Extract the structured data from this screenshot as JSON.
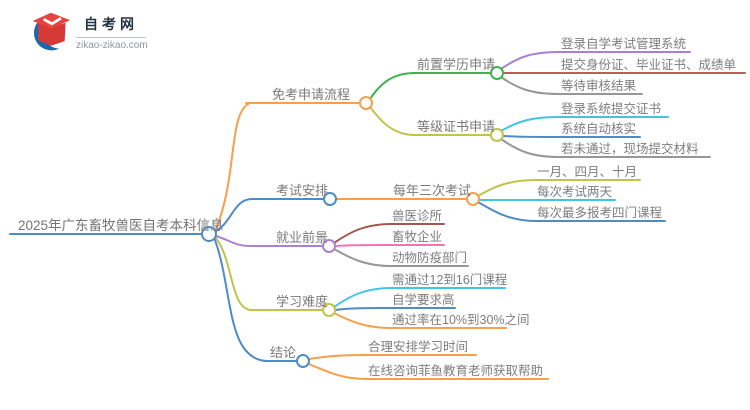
{
  "logo": {
    "title": "自考网",
    "domain": "zikao-zikao.com",
    "icon": "graduation-cap-swoosh-icon",
    "colors": {
      "swoosh": "#1b67ab",
      "cap": "#e8443f"
    }
  },
  "palette": {
    "blue": "#4e8cc8",
    "orange": "#f5a04c",
    "green": "#43b14b",
    "olive": "#c1c34b",
    "cyan": "#43c3e6",
    "purple": "#a981d2",
    "red": "#bb5f58",
    "maroon": "#a3584f",
    "pink": "#f773b3",
    "gray": "#979797",
    "text": "#7d7d7d"
  },
  "mindmap": {
    "root": {
      "label": "2025年广东畜牧兽医自考本科信息",
      "color": "#4e8cc8"
    },
    "branches": [
      {
        "label": "免考申请流程",
        "color": "#f5a04c",
        "children": [
          {
            "label": "前置学历申请",
            "color": "#43b14b",
            "children": [
              {
                "label": "登录自学考试管理系统",
                "color": "#a981d2"
              },
              {
                "label": "提交身份证、毕业证书、成绩单",
                "color": "#bb5f58"
              },
              {
                "label": "等待审核结果",
                "color": "#979797"
              }
            ]
          },
          {
            "label": "等级证书申请",
            "color": "#c1c34b",
            "children": [
              {
                "label": "登录系统提交证书",
                "color": "#43c3e6"
              },
              {
                "label": "系统自动核实",
                "color": "#4e8cc8"
              },
              {
                "label": "若未通过，现场提交材料",
                "color": "#979797"
              }
            ]
          }
        ]
      },
      {
        "label": "考试安排",
        "color": "#4e8cc8",
        "children": [
          {
            "label": "每年三次考试",
            "color": "#f5a04c",
            "children": [
              {
                "label": "一月、四月、十月",
                "color": "#c1c34b"
              },
              {
                "label": "每次考试两天",
                "color": "#43c3e6"
              },
              {
                "label": "每次最多报考四门课程",
                "color": "#4e8cc8"
              }
            ]
          }
        ]
      },
      {
        "label": "就业前景",
        "color": "#a981d2",
        "children": [
          {
            "label": "兽医诊所",
            "color": "#a3584f"
          },
          {
            "label": "畜牧企业",
            "color": "#f773b3"
          },
          {
            "label": "动物防疫部门",
            "color": "#979797"
          }
        ]
      },
      {
        "label": "学习难度",
        "color": "#c1c34b",
        "children": [
          {
            "label": "需通过12到16门课程",
            "color": "#43c3e6"
          },
          {
            "label": "自学要求高",
            "color": "#4e8cc8"
          },
          {
            "label": "通过率在10%到30%之间",
            "color": "#f5a04c"
          }
        ]
      },
      {
        "label": "结论",
        "color": "#4e8cc8",
        "children": [
          {
            "label": "合理安排学习时间",
            "color": "#f5a04c"
          },
          {
            "label": "在线咨询菲鱼教育老师获取帮助",
            "color": "#f5a04c"
          }
        ]
      }
    ]
  }
}
